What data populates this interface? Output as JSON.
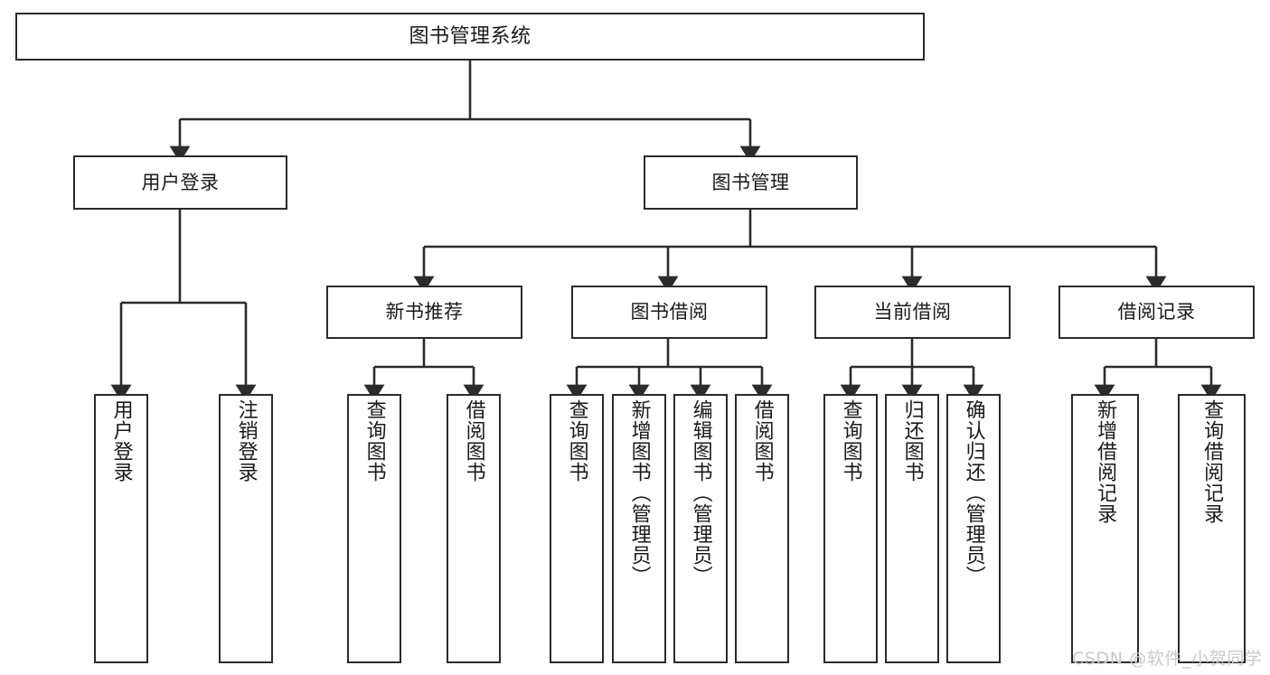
{
  "diagram": {
    "type": "tree-hierarchy-chart",
    "title": "图书管理系统",
    "watermark": "CSDN @软件_小贺同学",
    "colors": {
      "background": "#ffffff",
      "stroke": "#2b2b2b",
      "text": "#1a1a1a",
      "watermark": "#c9c9c9"
    },
    "root": {
      "label": "图书管理系统"
    },
    "level2": [
      {
        "label": "用户登录"
      },
      {
        "label": "图书管理"
      }
    ],
    "level3": [
      {
        "label": "新书推荐"
      },
      {
        "label": "图书借阅"
      },
      {
        "label": "当前借阅"
      },
      {
        "label": "借阅记录"
      }
    ],
    "leaves": {
      "user_login": [
        {
          "label": "用户登录"
        },
        {
          "label": "注销登录"
        }
      ],
      "new_book_recommend": [
        {
          "label": "查询图书"
        },
        {
          "label": "借阅图书"
        }
      ],
      "book_borrow": [
        {
          "label": "查询图书"
        },
        {
          "label": "新增图书（管理员）"
        },
        {
          "label": "编辑图书（管理员）"
        },
        {
          "label": "借阅图书"
        }
      ],
      "current_borrow": [
        {
          "label": "查询图书"
        },
        {
          "label": "归还图书"
        },
        {
          "label": "确认归还（管理员）"
        }
      ],
      "borrow_records": [
        {
          "label": "新增借阅记录"
        },
        {
          "label": "查询借阅记录"
        }
      ]
    }
  }
}
